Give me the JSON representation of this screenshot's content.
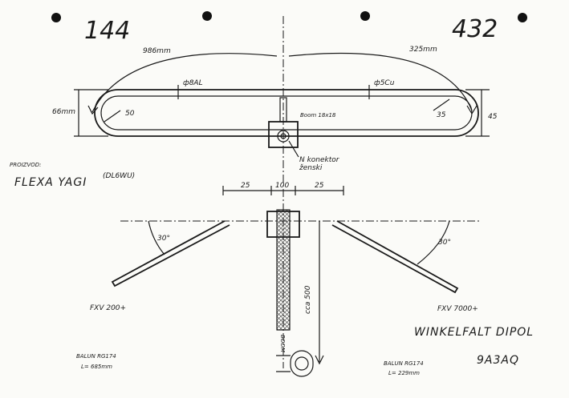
{
  "freq_left": "144",
  "freq_right": "432",
  "top_view": {
    "len_left": "986mm",
    "len_right": "325mm",
    "dia_left": "ф8AL",
    "dia_right": "ф5Cu",
    "height_left": "66mm",
    "height_right": "45",
    "radius_left": "50",
    "radius_right": "35",
    "boom": "Boom 18x18",
    "connector_line1": "N konektor",
    "connector_line2": "ženski"
  },
  "maker_label": "PROIZVOD:",
  "maker_name": "FLEXA YAGI",
  "maker_note": "(DL6WU)",
  "front_view": {
    "dim_a": "25",
    "dim_b": "100",
    "dim_c": "25",
    "angle_left": "30°",
    "angle_right": "30°",
    "length": "cca 500",
    "boom_label": "BOOM",
    "model_left": "FXV 200+",
    "model_right": "FXV 7000+",
    "title": "WINKELFALT DIPOL",
    "balun_left_1": "BALUN RG174",
    "balun_left_2": "L= 685mm",
    "balun_right_1": "BALUN RG174",
    "balun_right_2": "L= 229mm",
    "callsign": "9A3AQ"
  }
}
